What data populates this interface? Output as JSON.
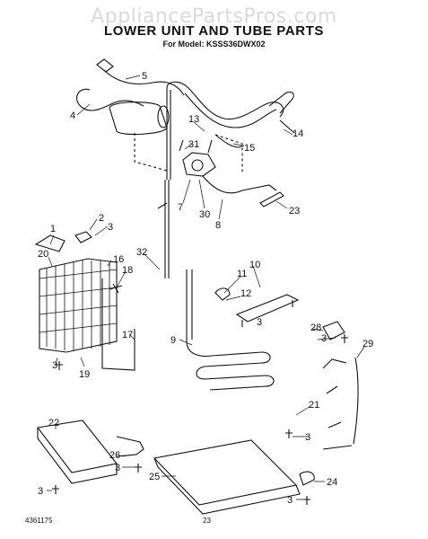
{
  "watermark": "AppliancePartsPros.com",
  "title": "LOWER UNIT AND TUBE PARTS",
  "model_line": "For Model: KSSS36DWX02",
  "footer_code": "4361175",
  "page_number": "23",
  "callouts": [
    "5",
    "4",
    "13",
    "14",
    "15",
    "31",
    "7",
    "30",
    "8",
    "23",
    "1",
    "2",
    "3",
    "20",
    "16",
    "18",
    "32",
    "10",
    "11",
    "12",
    "3",
    "17",
    "9",
    "28",
    "3",
    "3",
    "19",
    "29",
    "21",
    "3",
    "22",
    "26",
    "3",
    "25",
    "3",
    "24",
    "3"
  ]
}
